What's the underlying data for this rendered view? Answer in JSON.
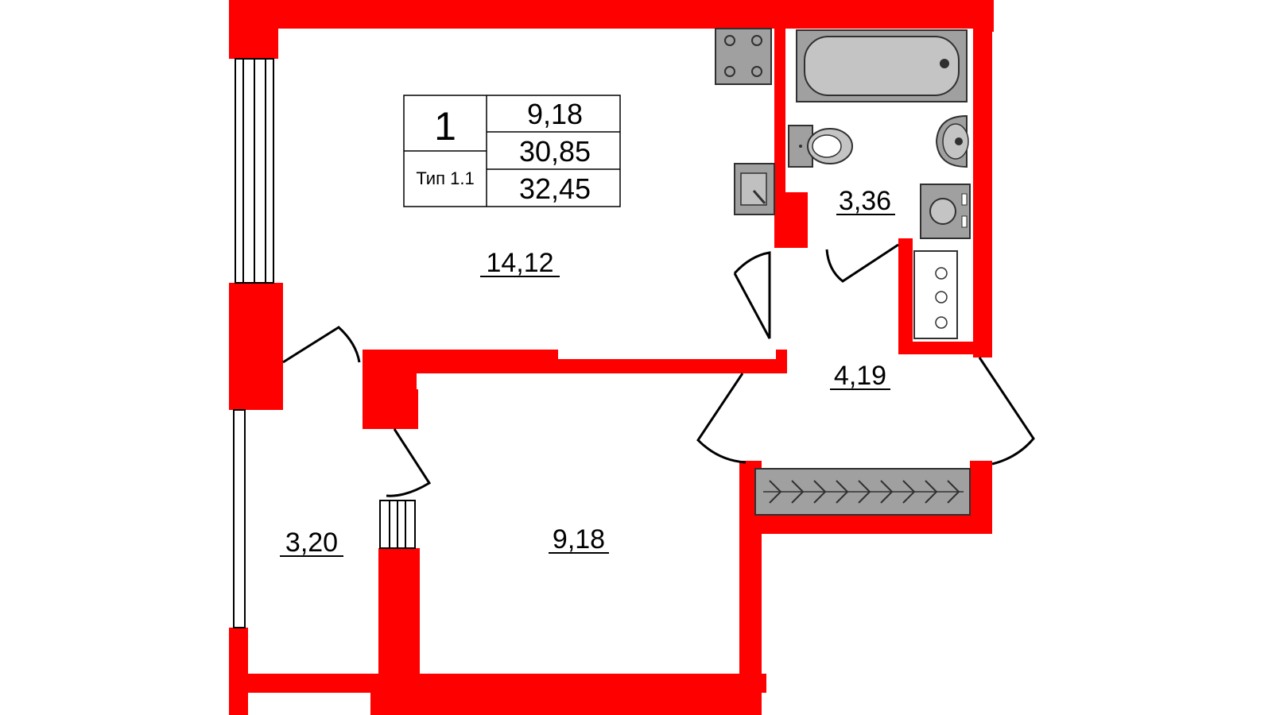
{
  "apartment_info": {
    "rooms": "1",
    "type_label": "Тип 1.1",
    "living_area": "9,18",
    "total_area": "30,85",
    "total_area_with_balcony": "32,45"
  },
  "rooms": {
    "kitchen_area": "14,12",
    "bedroom_area": "9,18",
    "balcony_area": "3,20",
    "bathroom_area": "3,36",
    "hallway_area": "4,19"
  },
  "colors": {
    "wall": "#ff0000",
    "fixture": "#a0a0a0",
    "background": "#ffffff"
  }
}
